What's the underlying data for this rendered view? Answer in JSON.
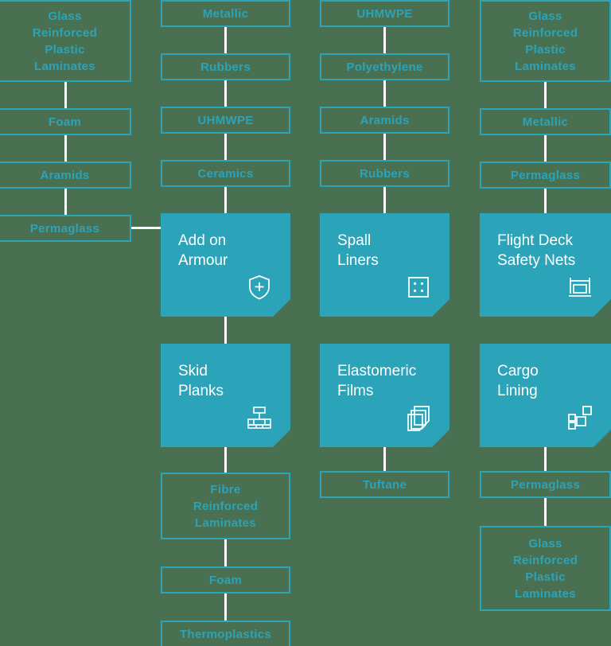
{
  "theme": {
    "background": "#4a7052",
    "accent": "#2ba3b9",
    "connector": "#ffffff",
    "card_text": "#ffffff"
  },
  "columns": [
    {
      "id": "column-1",
      "materials": [
        {
          "label": "Glass\nReinforced\nPlastic\nLaminates"
        },
        {
          "label": "Foam"
        },
        {
          "label": "Aramids"
        },
        {
          "label": "Permaglass"
        }
      ],
      "cards": []
    },
    {
      "id": "column-2",
      "materials_top": [
        {
          "label": "Metallic"
        },
        {
          "label": "Rubbers"
        },
        {
          "label": "UHMWPE"
        },
        {
          "label": "Ceramics"
        }
      ],
      "materials_bottom": [
        {
          "label": "Fibre\nReinforced\nLaminates"
        },
        {
          "label": "Foam"
        },
        {
          "label": "Thermoplastics"
        }
      ],
      "cards": [
        {
          "title": "Add on\nArmour",
          "icon": "shield-plus-icon"
        },
        {
          "title": "Skid\nPlanks",
          "icon": "skid-plank-icon"
        }
      ]
    },
    {
      "id": "column-3",
      "materials_top": [
        {
          "label": "UHMWPE"
        },
        {
          "label": "Polyethylene"
        },
        {
          "label": "Aramids"
        },
        {
          "label": "Rubbers"
        }
      ],
      "materials_bottom": [
        {
          "label": "Tuftane"
        }
      ],
      "cards": [
        {
          "title": "Spall\nLiners",
          "icon": "dotted-panel-icon"
        },
        {
          "title": "Elastomeric\nFilms",
          "icon": "layered-sheets-icon"
        }
      ]
    },
    {
      "id": "column-4",
      "materials_top": [
        {
          "label": "Glass\nReinforced\nPlastic\nLaminates"
        },
        {
          "label": "Metallic"
        },
        {
          "label": "Permaglass"
        }
      ],
      "materials_bottom": [
        {
          "label": "Permaglass"
        },
        {
          "label": "Glass\nReinforced\nPlastic\nLaminates"
        }
      ],
      "cards": [
        {
          "title": "Flight Deck\nSafety Nets",
          "icon": "safety-net-icon"
        },
        {
          "title": "Cargo\nLining",
          "icon": "cargo-panels-icon"
        }
      ]
    }
  ]
}
